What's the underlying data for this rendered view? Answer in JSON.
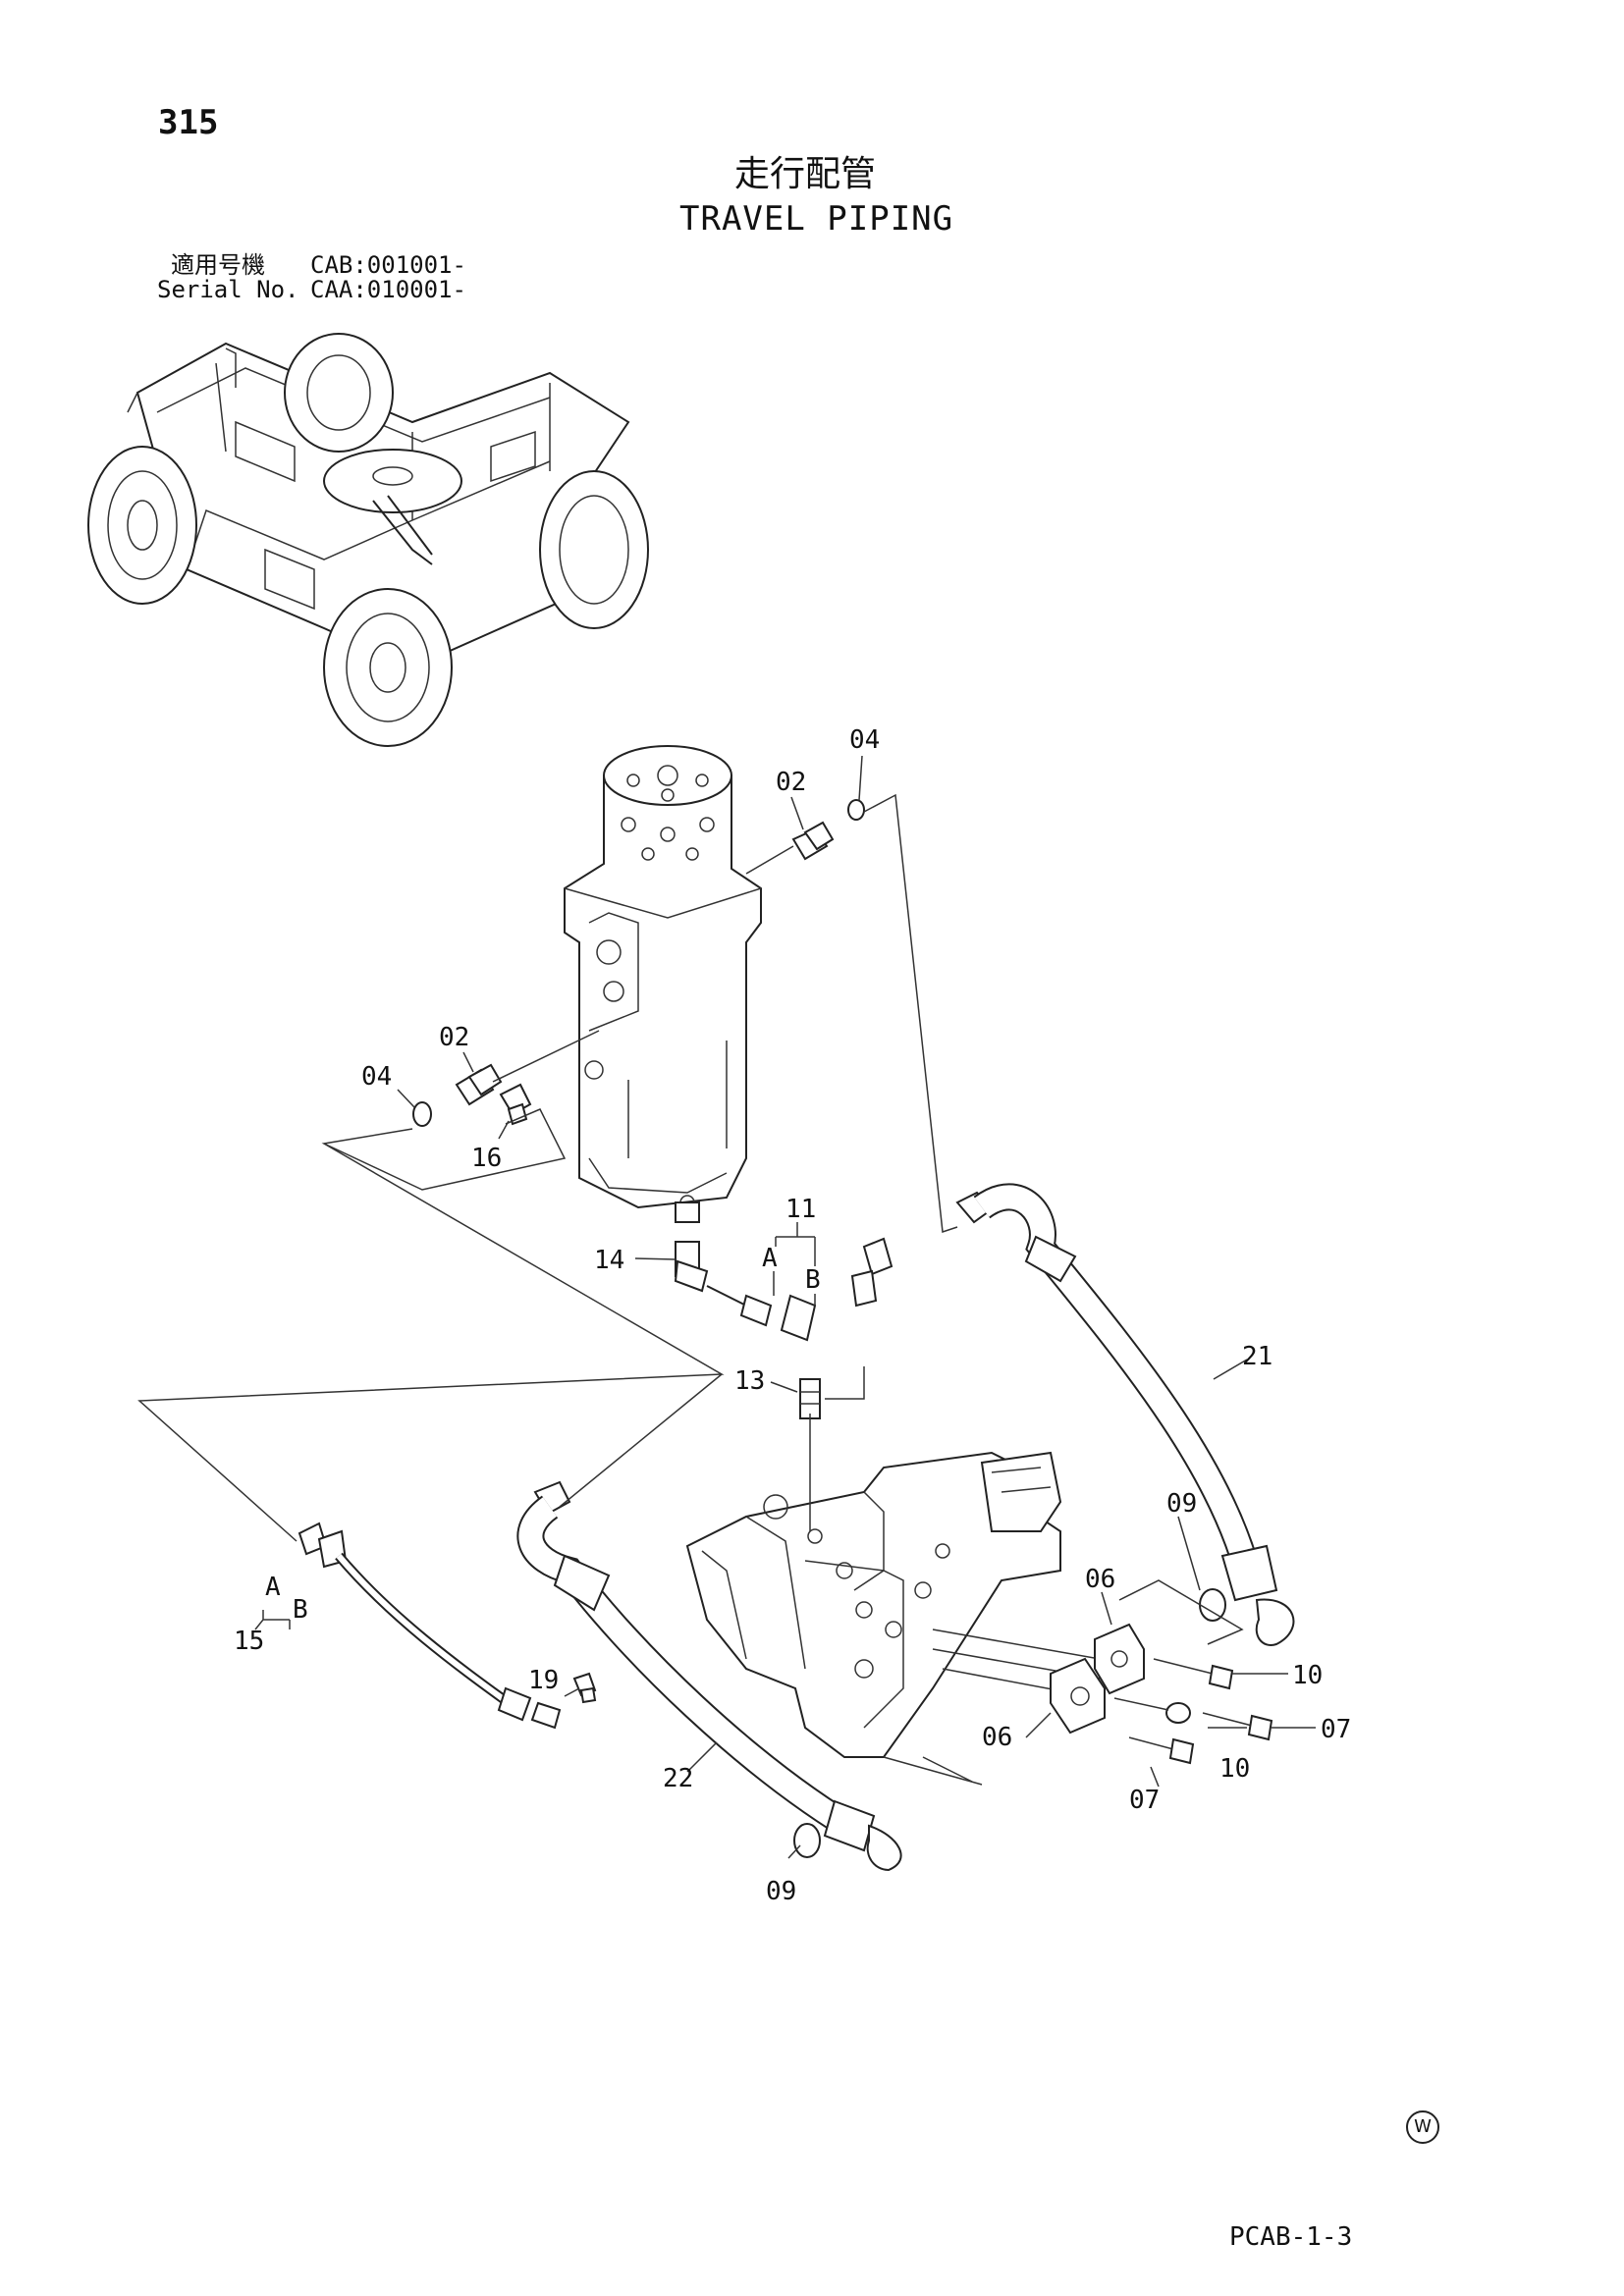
{
  "page": {
    "number": "315",
    "title_ja": "走行配管",
    "title_en": "TRAVEL PIPING",
    "serial_1_label": "適用号機",
    "serial_1_value": "CAB:001001-",
    "serial_2_label": "Serial No.",
    "serial_2_value": "CAA:010001-",
    "w_mark": "W",
    "drawing_code": "PCAB-1-3"
  },
  "callouts": {
    "c02a": "02",
    "c04a": "04",
    "c02b": "02",
    "c04b": "04",
    "c16": "16",
    "c11": "11",
    "c11A": "A",
    "c11B": "B",
    "c14": "14",
    "c13": "13",
    "c21": "21",
    "c09a": "09",
    "c06a": "06",
    "c10a": "10",
    "c07a": "07",
    "c10b": "10",
    "c06b": "06",
    "c07b": "07",
    "c15": "15",
    "c15A": "A",
    "c15B": "B",
    "c19": "19",
    "c22": "22",
    "c09b": "09"
  }
}
